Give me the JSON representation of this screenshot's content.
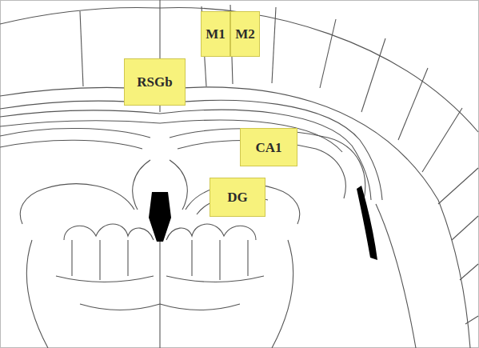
{
  "diagram": {
    "nodes": [
      {
        "text": [
          "M1"
        ]
      },
      {
        "text": [
          "M2"
        ]
      },
      {
        "text": [
          "RSGb"
        ]
      },
      {
        "text": [
          "CA1"
        ]
      },
      {
        "text": [
          "DG"
        ]
      }
    ]
  }
}
